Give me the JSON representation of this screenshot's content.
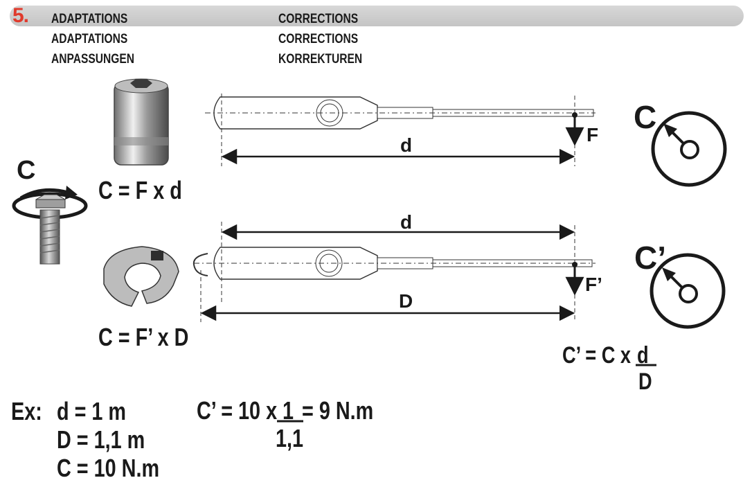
{
  "section": {
    "number": "5.",
    "titles_left": [
      "ADAPTATIONS",
      "ADAPTATIONS",
      "ANPASSUNGEN"
    ],
    "titles_right": [
      "CORRECTIONS",
      "CORRECTIONS",
      "KORREKTUREN"
    ]
  },
  "rotation_label": "C",
  "top": {
    "formula": "C = F x d",
    "length_label": "d",
    "force_label": "F",
    "dial_label": "C"
  },
  "bottom": {
    "formula": "C = F’ x D",
    "upper_length_label": "d",
    "lower_length_label": "D",
    "force_label": "F’",
    "dial_label": "C’",
    "correction_formula": "C’ = C x",
    "correction_numerator": "d",
    "correction_denominator": "D"
  },
  "example": {
    "prefix": "Ex:",
    "lines": [
      "d = 1 m",
      "D = 1,1 m",
      "C = 10 N.m"
    ],
    "calc_left": "C’ = 10 x",
    "calc_numerator": "1",
    "calc_right": "= 9 N.m",
    "calc_denominator": "1,1"
  },
  "colors": {
    "accent": "#e03a2c",
    "bar": "#cccccc",
    "ink": "#1a1a1a"
  }
}
